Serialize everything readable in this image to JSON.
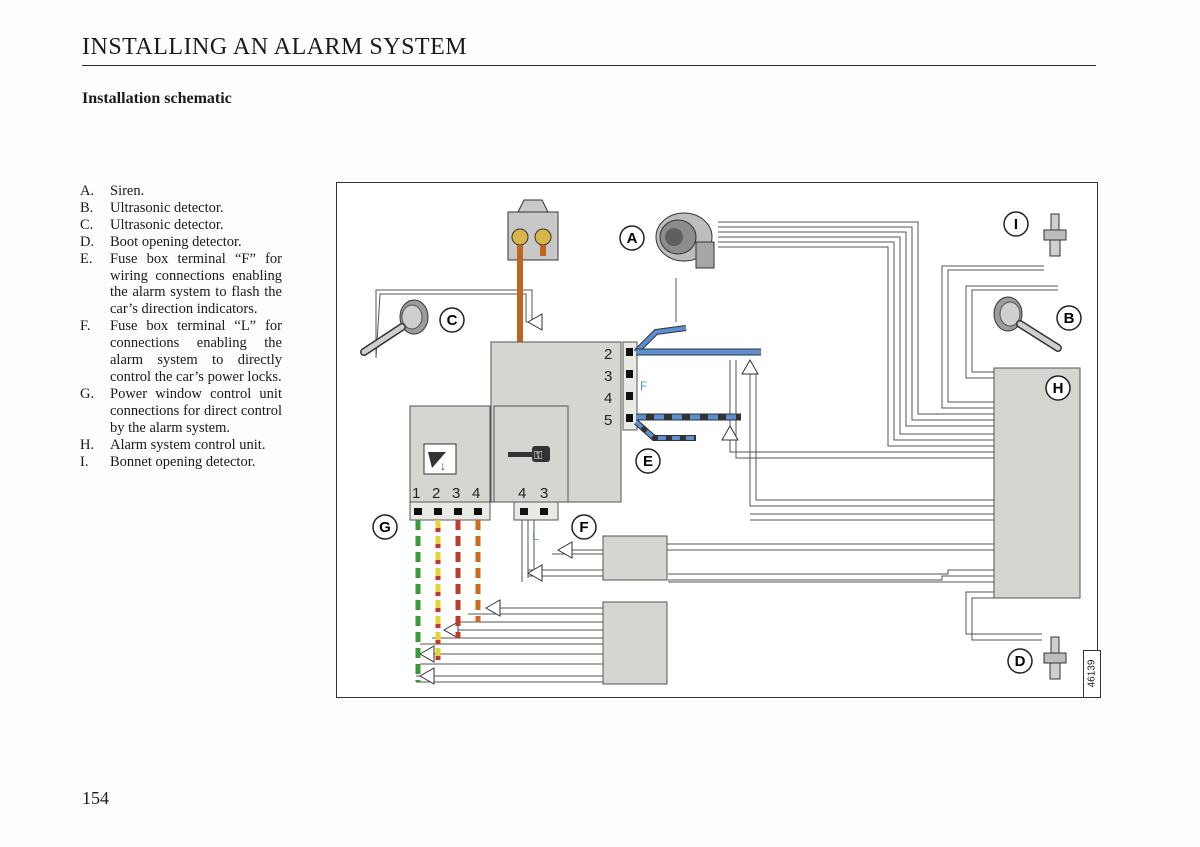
{
  "page": {
    "title": "INSTALLING AN ALARM SYSTEM",
    "subtitle": "Installation schematic",
    "page_number": "154"
  },
  "legend": [
    {
      "key": "A.",
      "text": "Siren."
    },
    {
      "key": "B.",
      "text": "Ultrasonic detector."
    },
    {
      "key": "C.",
      "text": "Ultrasonic detector."
    },
    {
      "key": "D.",
      "text": "Boot opening detector."
    },
    {
      "key": "E.",
      "text": "Fuse box terminal “F” for wiring connections enabling the alarm system to flash the car’s direction indicators."
    },
    {
      "key": "F.",
      "text": "Fuse box terminal “L” for connections enabling the alarm system to directly control the car’s power locks."
    },
    {
      "key": "G.",
      "text": "Power window control unit connections for direct control by the alarm system."
    },
    {
      "key": "H.",
      "text": "Alarm system control unit."
    },
    {
      "key": "I.",
      "text": "Bonnet opening detector."
    }
  ],
  "diagram": {
    "labels": {
      "a": "A",
      "b": "B",
      "c": "C",
      "d": "D",
      "e": "E",
      "f": "F",
      "g": "G",
      "h": "H",
      "i": "I"
    },
    "fuse_terminals": [
      "2",
      "3",
      "4",
      "5"
    ],
    "fuse_tag_f": "F",
    "window_terminals": [
      "1",
      "2",
      "3",
      "4"
    ],
    "lock_terminals": [
      "4",
      "3"
    ],
    "lock_tag_l": "L",
    "reference_code": "46139",
    "colors": {
      "wire_blue": "#5b8fd1",
      "wire_orange": "#d2691e",
      "wire_green": "#3a9a3a",
      "wire_yellow": "#e8d23a",
      "wire_red": "#c0392b",
      "box_grey": "#d5d5d2"
    }
  }
}
